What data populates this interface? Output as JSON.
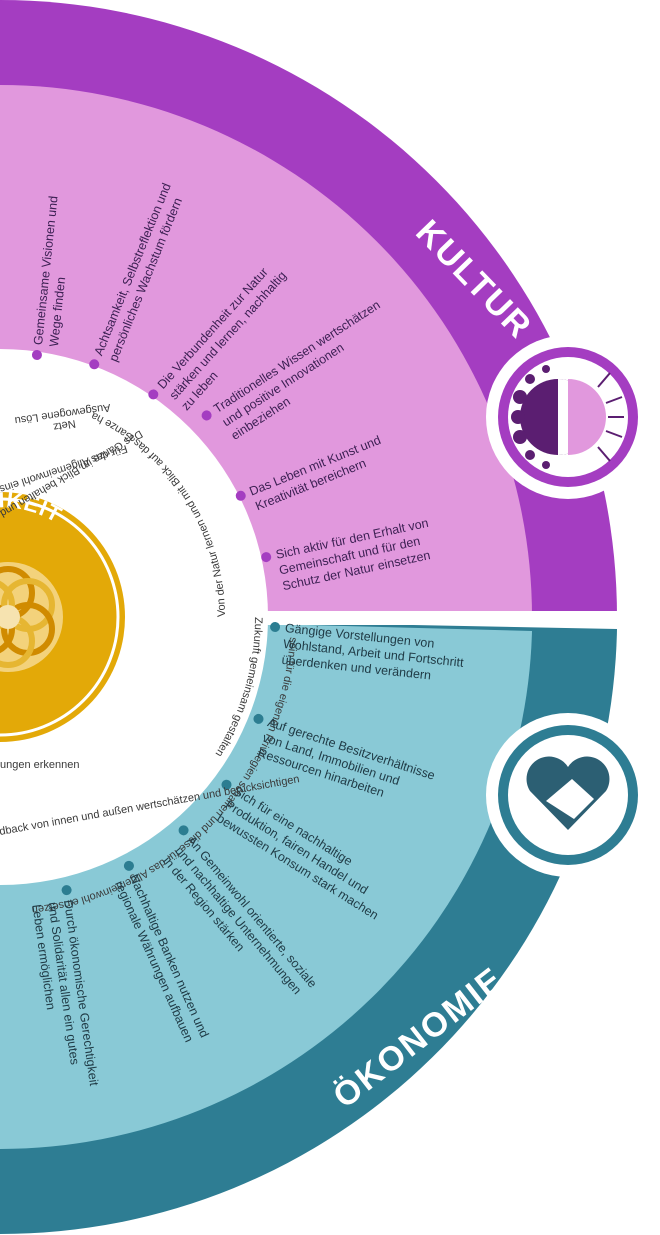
{
  "colors": {
    "kultur_dark": "#a43dc1",
    "kultur_light": "#e198dd",
    "kultur_bullet": "#a43dc1",
    "oekonomie_dark": "#2e7d93",
    "oekonomie_light": "#89c9d6",
    "oekonomie_bullet": "#2c7d91",
    "center_gold": "#e3a908",
    "ring_white": "#ffffff"
  },
  "kultur": {
    "title": "KULTUR",
    "icon": "sun-moon-face-icon",
    "items": [
      "Gemeinsame Visionen und",
      "Wege finden",
      "Achtsamkeit, Selbstreflektion und",
      "persönliches Wachstum fördern",
      "Die Verbundenheit zur Natur",
      "stärken und lernen, nachhaltig",
      "zu leben",
      "Traditionelles Wissen wertschätzen",
      "und positive Innovationen",
      "einbeziehen",
      "Das Leben mit Kunst und",
      "Kreativität bereichern",
      "Sich aktiv für den Erhalt von",
      "Gemeinschaft und für den",
      "Schutz der Natur einsetzen"
    ]
  },
  "oekonomie": {
    "title": "ÖKONOMIE",
    "icon": "heart-handshake-icon",
    "items": [
      "Gängige Vorstellungen von",
      "Wohlstand, Arbeit und Fortschritt",
      "überdenken und verändern",
      "Auf gerechte Besitzverhältnisse",
      "von Land, Immobilien und",
      "Ressourcen hinarbeiten",
      "Sich für eine nachhaltige",
      "Produktion, fairen Handel und",
      "bewussten Konsum stark machen",
      "An Gemeinwohl orientierte, soziale",
      "und nachhaltige Unternehmungen",
      "in der Region stärken",
      "Nachhaltige Banken nutzen und",
      "regionale Währungen aufbauen",
      "Durch ökonomische Gerechtigkeit",
      "und Solidarität allen ein gutes",
      "Leben ermöglichen"
    ]
  },
  "center": {
    "title": "TLICHKEIT",
    "icon": "flower-of-life-icon",
    "ring_items": [
      "Ausgewogene Lösu",
      "Netz",
      "Das Ganze im Blick behalten und dabei alle einbeziehen",
      "Für das Allgemeinwohl einsetzen",
      "Von der Natur lernen und mit Blick auf das Ganze ha",
      "Zukunft gemeinsam gestalten",
      "ungen erkennen",
      "sein für die eigenen Privilegien schaffen und diese für das Allgemeinwohl einsetzen",
      "dback von innen und außen wertschätzen und berücksichtigen"
    ]
  }
}
